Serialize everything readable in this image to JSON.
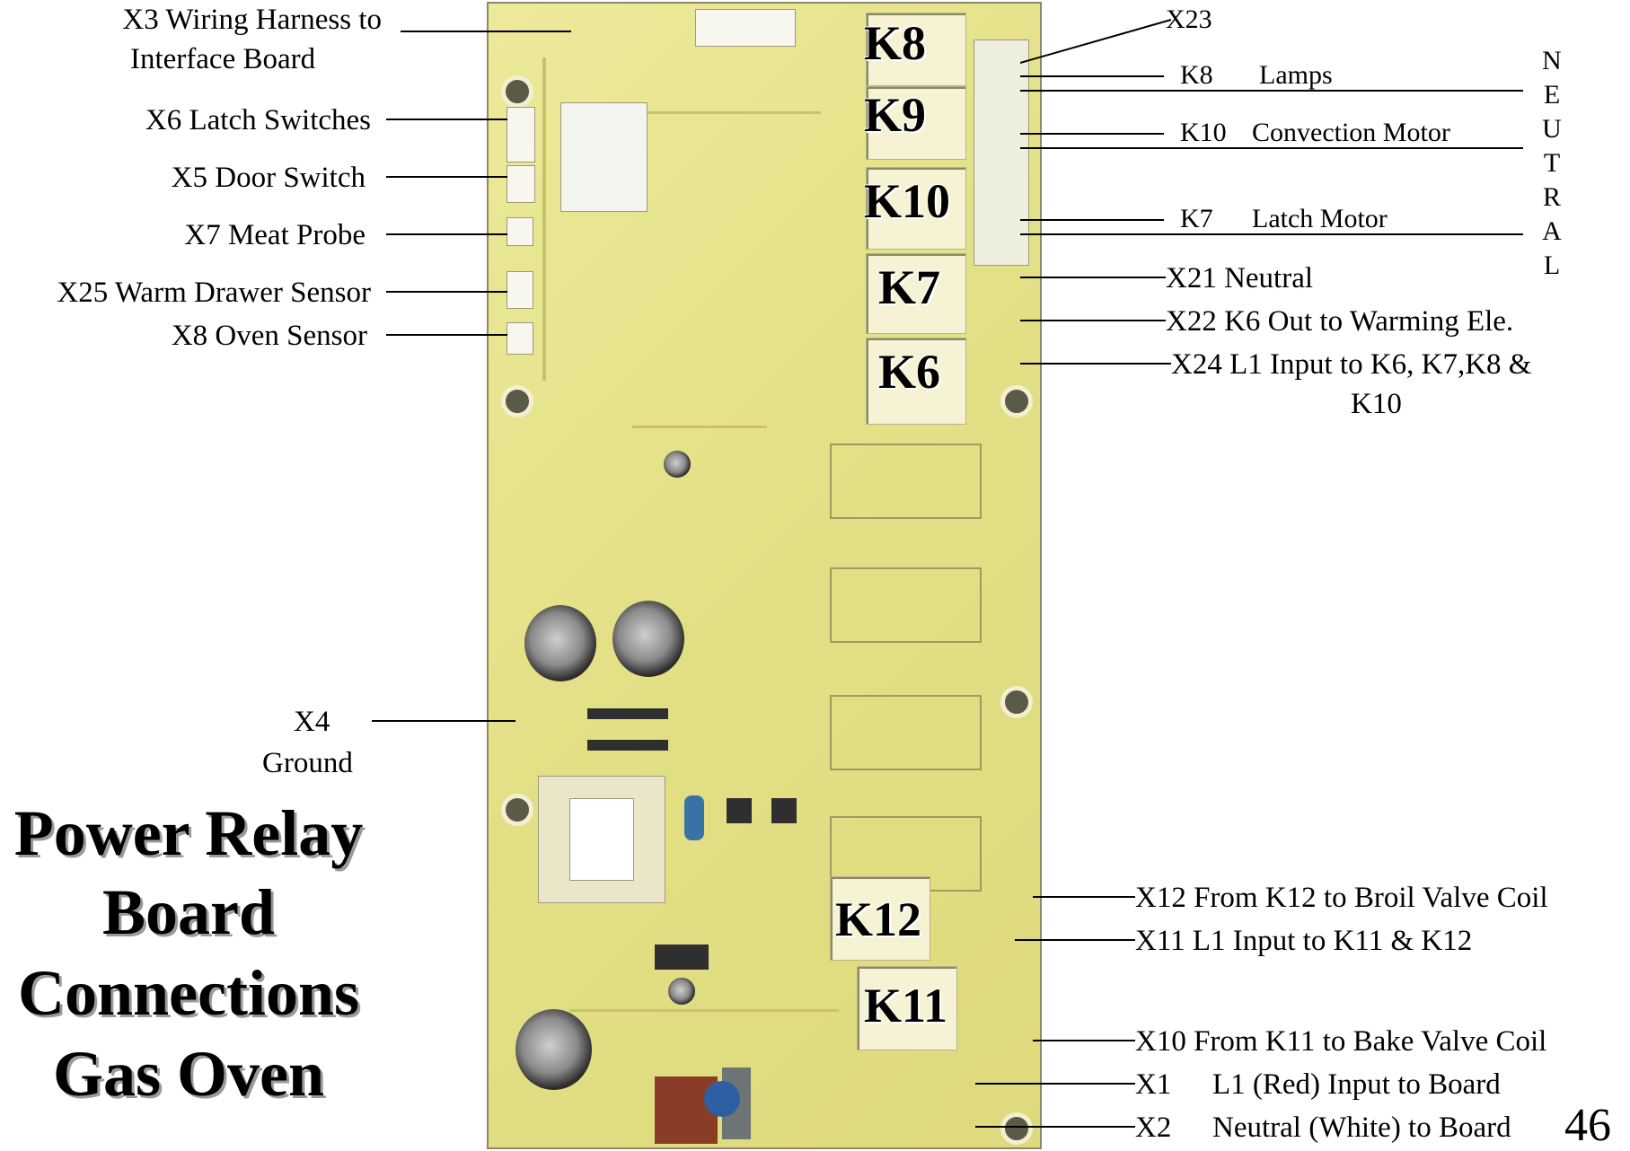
{
  "title": [
    "Power Relay",
    "Board",
    "Connections",
    "Gas Oven"
  ],
  "page_number": "46",
  "left_labels": {
    "x3_line1": "X3 Wiring Harness to",
    "x3_line2": "Interface Board",
    "x6": "X6 Latch Switches",
    "x5": "X5 Door Switch",
    "x7": "X7 Meat Probe",
    "x25": "X25 Warm Drawer Sensor",
    "x8": "X8 Oven Sensor",
    "x4_line1": "X4",
    "x4_line2": "Ground"
  },
  "right_labels": {
    "x23": "X23",
    "k8_relay": "K8",
    "k8_function": "Lamps",
    "k10_relay": "K10",
    "k10_function": "Convection Motor",
    "k7_relay": "K7",
    "k7_function": "Latch Motor",
    "x21": "X21  Neutral",
    "x22": "X22  K6 Out to Warming Ele.",
    "x24_line1": "X24  L1 Input to K6, K7,K8 &",
    "x24_line2": "K10",
    "x12": "X12  From K12 to Broil Valve Coil",
    "x11": "X11   L1 Input to K11 & K12",
    "x10": "X10  From K11 to Bake Valve Coil",
    "x1_id": "X1",
    "x1_desc": "L1 (Red) Input to Board",
    "x2_id": "X2",
    "x2_desc": "Neutral (White) to Board"
  },
  "neutral_letters": [
    "N",
    "E",
    "U",
    "T",
    "R",
    "A",
    "L"
  ],
  "relays": {
    "k8": "K8",
    "k9": "K9",
    "k10": "K10",
    "k7": "K7",
    "k6": "K6",
    "k12": "K12",
    "k11": "K11"
  },
  "colors": {
    "board": "#e3df85",
    "relay_body": "#f6f3d4"
  }
}
